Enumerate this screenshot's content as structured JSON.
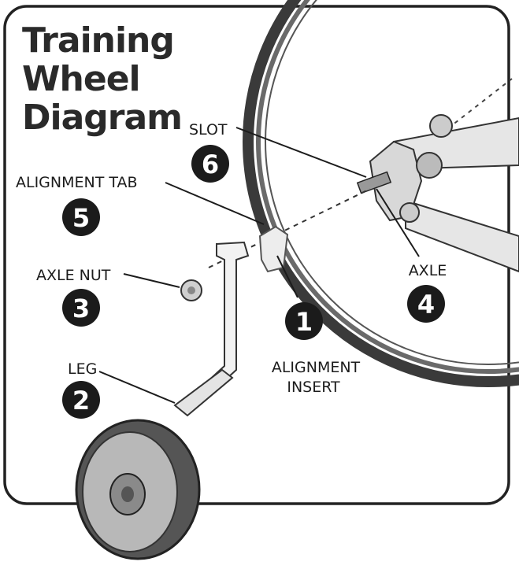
{
  "title": [
    "Training",
    "Wheel",
    "Diagram"
  ],
  "callouts": [
    {
      "number": "6",
      "label": [
        "SLOT"
      ]
    },
    {
      "number": "5",
      "label": [
        "ALIGNMENT TAB"
      ]
    },
    {
      "number": "3",
      "label": [
        "AXLE NUT"
      ]
    },
    {
      "number": "2",
      "label": [
        "LEG"
      ]
    },
    {
      "number": "1",
      "label": [
        "ALIGNMENT",
        "INSERT"
      ]
    },
    {
      "number": "4",
      "label": [
        "AXLE"
      ]
    }
  ]
}
